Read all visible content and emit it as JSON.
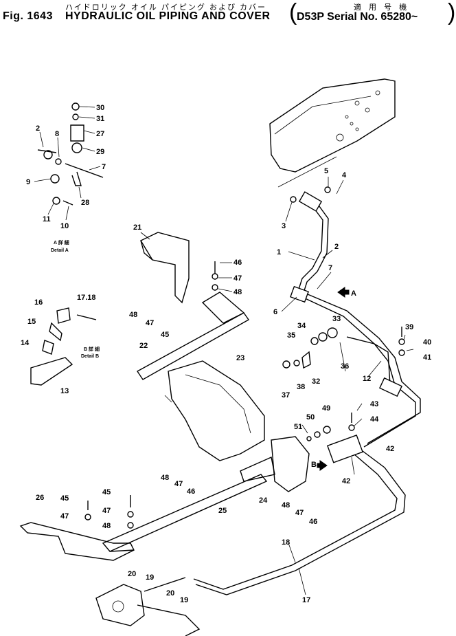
{
  "header": {
    "figure_number": "Fig. 1643",
    "title_jp": "ハイドロリック オイル パイピング および カバー",
    "title_en": "HYDRAULIC OIL PIPING AND COVER",
    "applicability_jp": "適 用 号 機",
    "serial_text": "D53P  Serial No. 65280~"
  },
  "details": {
    "a_jp": "A 詳 細",
    "a_en": "Detail  A",
    "b_jp": "B 詳 細",
    "b_en": "Detail  B"
  },
  "arrows": {
    "a": "A",
    "b": "B"
  },
  "callouts": [
    "30",
    "31",
    "27",
    "29",
    "2",
    "8",
    "7",
    "9",
    "28",
    "11",
    "10",
    "21",
    "46",
    "47",
    "48",
    "48",
    "47",
    "45",
    "17.18",
    "16",
    "15",
    "14",
    "13",
    "22",
    "23",
    "5",
    "4",
    "3",
    "1",
    "2",
    "7",
    "6",
    "34",
    "33",
    "35",
    "39",
    "40",
    "41",
    "36",
    "12",
    "38",
    "37",
    "32",
    "43",
    "44",
    "49",
    "50",
    "51",
    "42",
    "42",
    "48",
    "47",
    "46",
    "24",
    "48",
    "47",
    "46",
    "25",
    "26",
    "45",
    "47",
    "45",
    "47",
    "48",
    "18",
    "17",
    "20",
    "19",
    "20",
    "19"
  ]
}
